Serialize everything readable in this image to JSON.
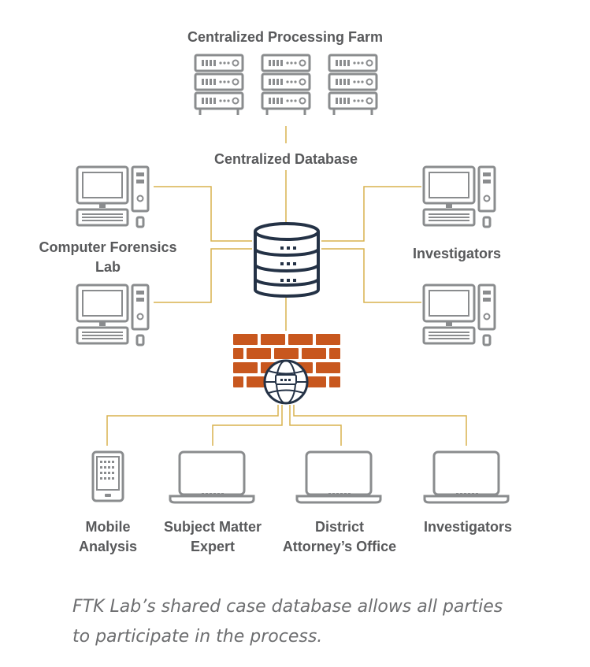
{
  "labels": {
    "processing_farm": "Centralized Processing Farm",
    "database": "Centralized Database",
    "forensics_lab_line1": "Computer Forensics",
    "forensics_lab_line2": "Lab",
    "investigators_right": "Investigators",
    "mobile_line1": "Mobile",
    "mobile_line2": "Analysis",
    "sme_line1": "Subject Matter",
    "sme_line2": "Expert",
    "da_line1": "District",
    "da_line2": "Attorney’s Office",
    "investigators_bottom": "Investigators"
  },
  "caption": {
    "line1": "FTK Lab’s shared case database allows all parties",
    "line2": "to participate in the process."
  },
  "colors": {
    "connector": "#d8b24f",
    "device": "#8a8c8e",
    "database": "#243246",
    "firewall": "#c8571e",
    "text": "#58595b"
  }
}
